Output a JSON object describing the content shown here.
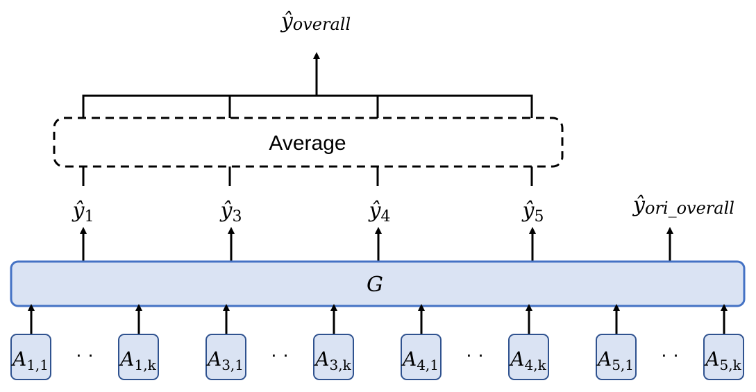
{
  "colors": {
    "box_fill": "#dae3f3",
    "box_stroke": "#2f528f",
    "line": "#000000"
  },
  "overall_output": {
    "base": "ŷ",
    "sub": "overall"
  },
  "average_label": "Average",
  "outputs": [
    {
      "base": "ŷ",
      "sub": "1"
    },
    {
      "base": "ŷ",
      "sub": "3"
    },
    {
      "base": "ŷ",
      "sub": "4"
    },
    {
      "base": "ŷ",
      "sub": "5"
    },
    {
      "base": "ŷ",
      "sub": "ori_overall"
    }
  ],
  "model_label": "G",
  "inputs": [
    {
      "base": "A",
      "sub": "1,1"
    },
    {
      "base": "A",
      "sub": "1,k"
    },
    {
      "base": "A",
      "sub": "3,1"
    },
    {
      "base": "A",
      "sub": "3,k"
    },
    {
      "base": "A",
      "sub": "4,1"
    },
    {
      "base": "A",
      "sub": "4,k"
    },
    {
      "base": "A",
      "sub": "5,1"
    },
    {
      "base": "A",
      "sub": "5,k"
    }
  ],
  "ellipsis": "· ·"
}
